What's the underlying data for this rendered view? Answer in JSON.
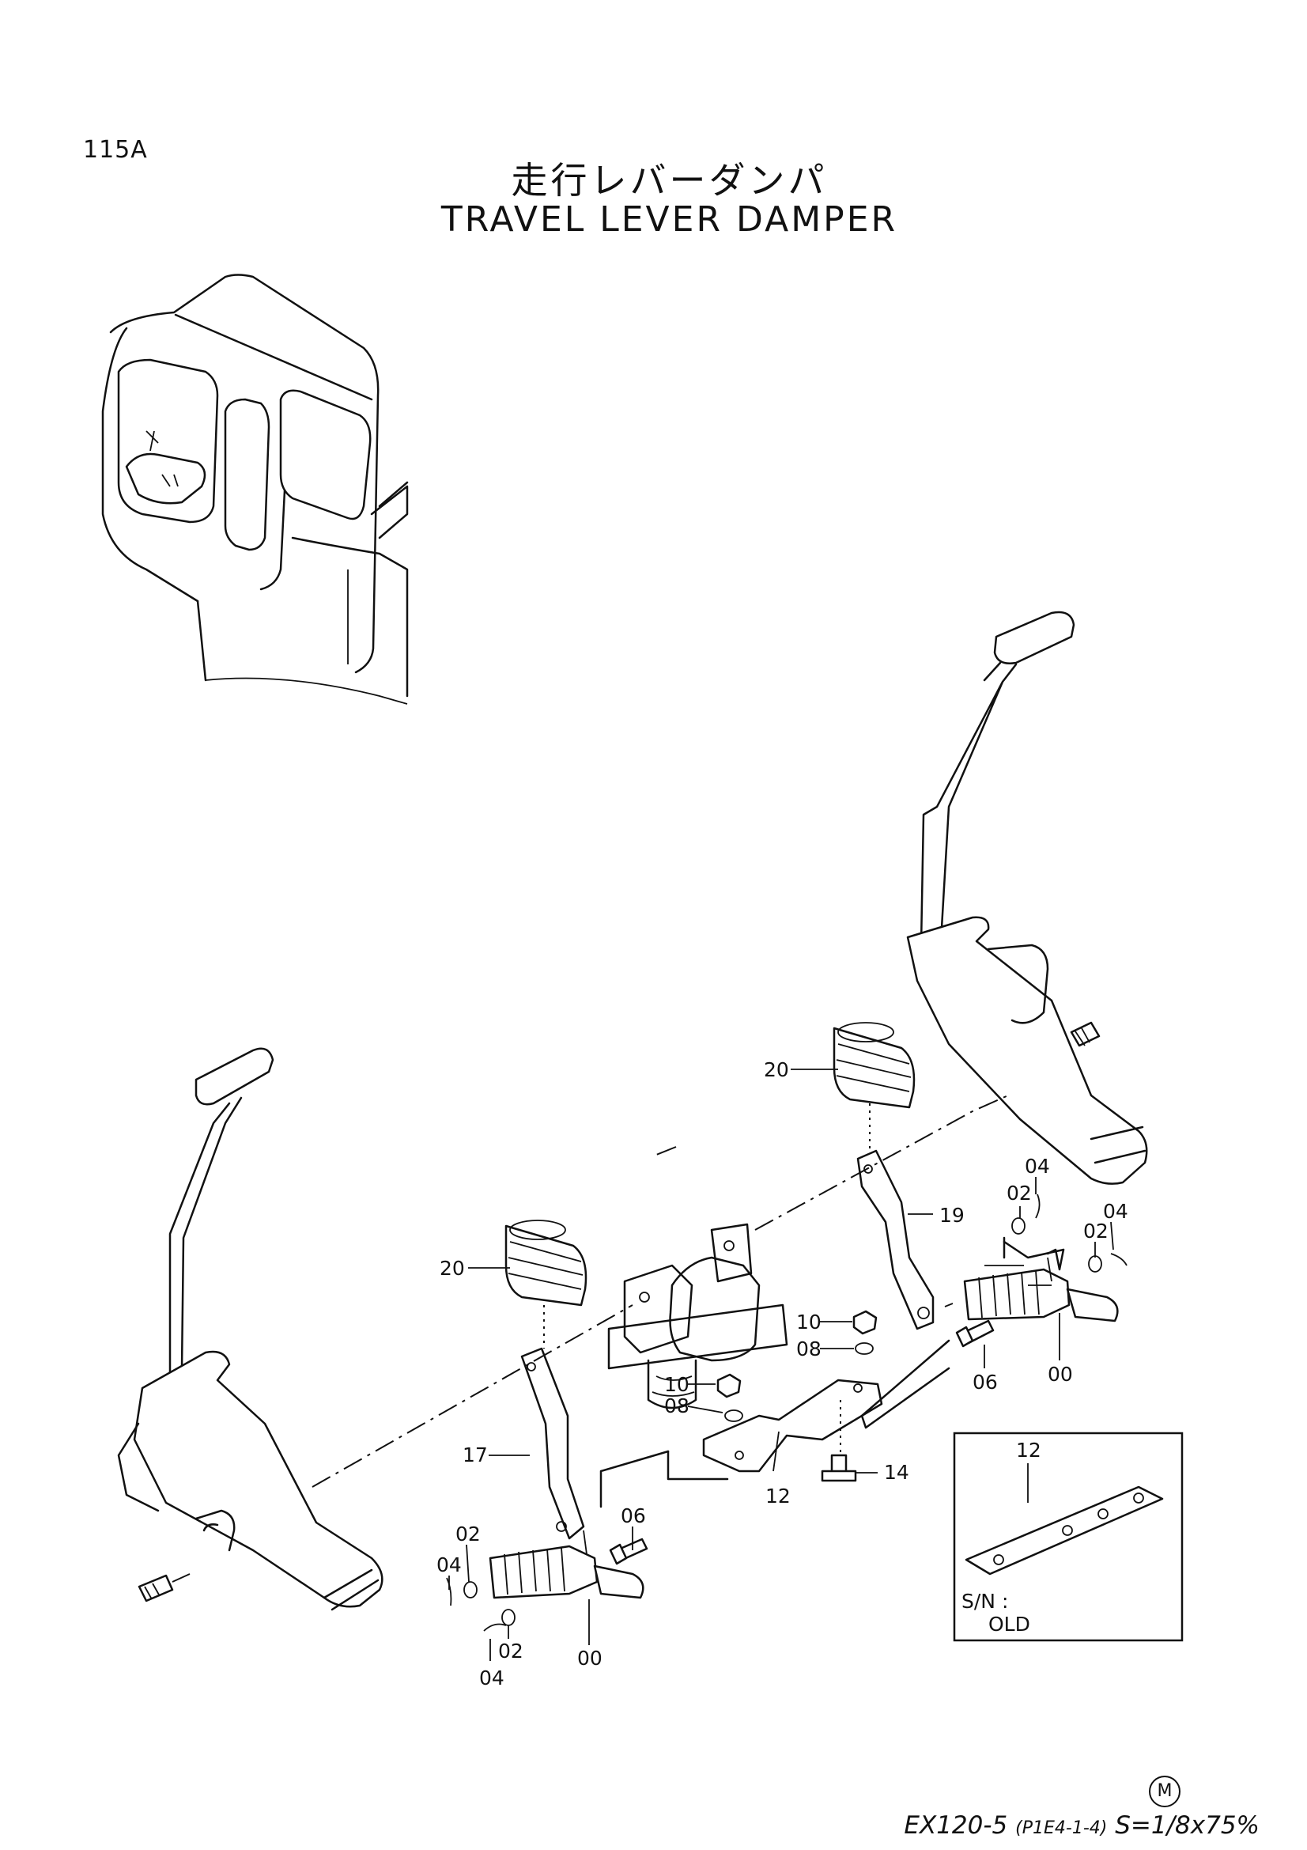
{
  "header": {
    "page_code": "115A",
    "title_jp": "走行レバーダンパ",
    "title_en": "TRAVEL LEVER DAMPER"
  },
  "callouts": {
    "c20a": "20",
    "c20b": "20",
    "c19": "19",
    "c17": "17",
    "c12": "12",
    "c14": "14",
    "c10a": "10",
    "c10b": "10",
    "c08a": "08",
    "c08b": "08",
    "c06a": "06",
    "c06b": "06",
    "c00a": "00",
    "c00b": "00",
    "c02a": "02",
    "c02b": "02",
    "c02c": "02",
    "c02d": "02",
    "c04a": "04",
    "c04b": "04",
    "c04c": "04",
    "c04d": "04"
  },
  "inset": {
    "part_no": "12",
    "sn_label": "S/N :",
    "sn_value": "OLD"
  },
  "footer": {
    "circled_mark": "M",
    "model": "EX120-5",
    "ref": "(P1E4-1-4)",
    "scale": "S=1/8x75%"
  }
}
